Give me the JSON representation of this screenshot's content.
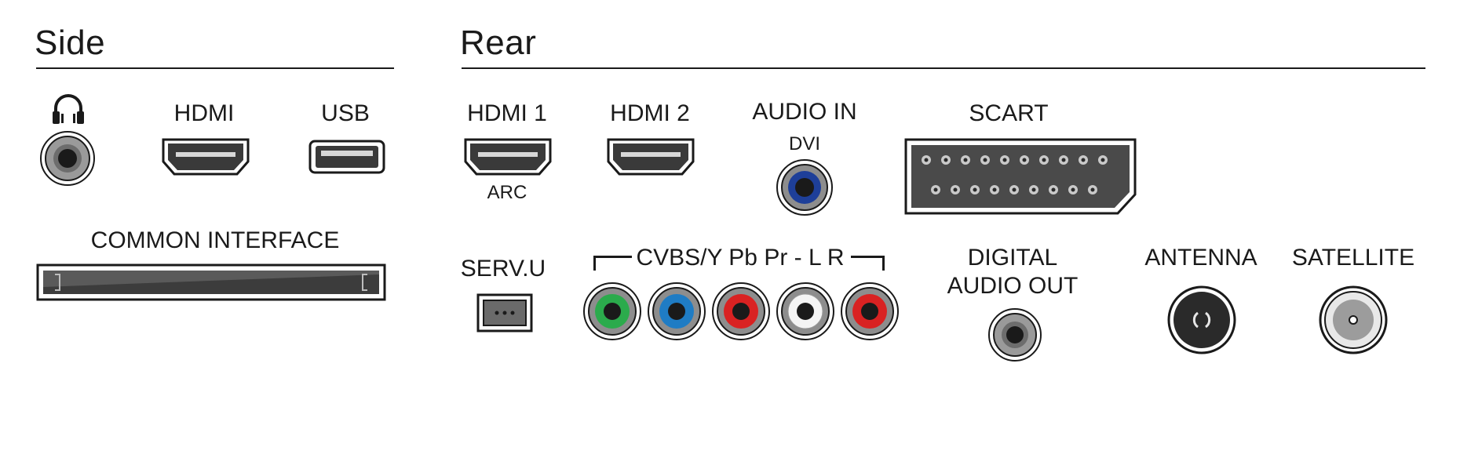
{
  "side": {
    "title": "Side",
    "headphone_icon": "headphone-icon",
    "hdmi_label": "HDMI",
    "usb_label": "USB",
    "common_interface_label": "COMMON INTERFACE"
  },
  "rear": {
    "title": "Rear",
    "hdmi1_label": "HDMI 1",
    "hdmi1_sub": "ARC",
    "hdmi2_label": "HDMI 2",
    "audio_in_label": "AUDIO IN",
    "audio_in_sub": "DVI",
    "scart_label": "SCART",
    "servu_label": "SERV.U",
    "component_label": "CVBS/Y Pb Pr - L R",
    "digital_audio_line1": "DIGITAL",
    "digital_audio_line2": "AUDIO OUT",
    "antenna_label": "ANTENNA",
    "satellite_label": "SATELLITE"
  },
  "colors": {
    "line": "#1a1a1a",
    "audio_in_ring": "#1e3f99",
    "rca_green": "#2bab4c",
    "rca_blue": "#1f7cc4",
    "rca_red": "#d92222",
    "rca_white": "#f4f4f4",
    "rca_red2": "#d92222"
  }
}
